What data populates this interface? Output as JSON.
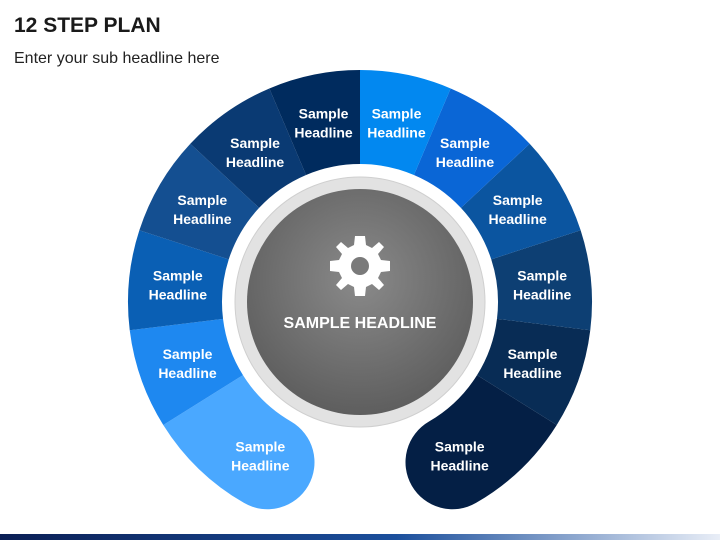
{
  "header": {
    "title": "12 STEP PLAN",
    "subtitle": "Enter your sub headline here"
  },
  "center": {
    "label": "SAMPLE HEADLINE",
    "icon": "gear-icon",
    "color": "#7a7a7a"
  },
  "steps": [
    {
      "line1": "Sample",
      "line2": "Headline",
      "color": "#002b5e"
    },
    {
      "line1": "Sample",
      "line2": "Headline",
      "color": "#0a3a73"
    },
    {
      "line1": "Sample",
      "line2": "Headline",
      "color": "#144f91"
    },
    {
      "line1": "Sample",
      "line2": "Headline",
      "color": "#0a5fb4"
    },
    {
      "line1": "Sample",
      "line2": "Headline",
      "color": "#1e88f0"
    },
    {
      "line1": "Sample",
      "line2": "Headline",
      "color": "#4aa8ff"
    },
    {
      "line1": "Sample",
      "line2": "Headline",
      "color": "#0288f0"
    },
    {
      "line1": "Sample",
      "line2": "Headline",
      "color": "#0a66d6"
    },
    {
      "line1": "Sample",
      "line2": "Headline",
      "color": "#0b55a0"
    },
    {
      "line1": "Sample",
      "line2": "Headline",
      "color": "#0d3f73"
    },
    {
      "line1": "Sample",
      "line2": "Headline",
      "color": "#082c55"
    },
    {
      "line1": "Sample",
      "line2": "Headline",
      "color": "#041f45"
    }
  ]
}
